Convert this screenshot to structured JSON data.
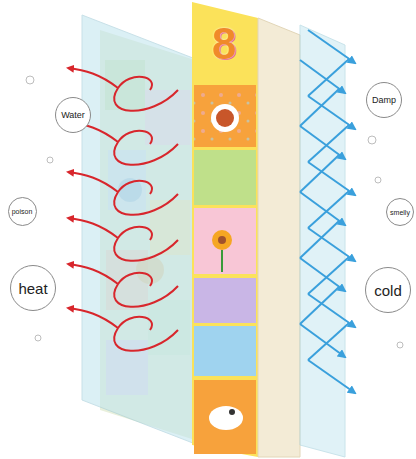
{
  "diagram": {
    "nodes": [
      {
        "text": [
          "Water"
        ]
      },
      {
        "text": [
          "Damp"
        ]
      },
      {
        "text": [
          "poison"
        ]
      },
      {
        "text": [
          "smelly"
        ]
      },
      {
        "text": [
          "heat"
        ]
      },
      {
        "text": [
          "cold"
        ]
      }
    ],
    "labels": [
      "8"
    ]
  }
}
